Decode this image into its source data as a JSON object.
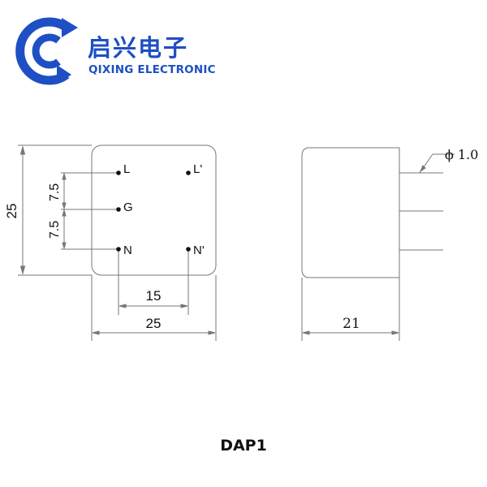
{
  "brand": {
    "name_cn": "启兴电子",
    "name_en": "QIXING ELECTRONIC",
    "color": "#1e4fc4"
  },
  "front_view": {
    "pins": [
      "L",
      "L'",
      "G",
      "N",
      "N'"
    ],
    "dims": {
      "height": "25",
      "pitch_top": "7.5",
      "pitch_bottom": "7.5",
      "pin_spacing": "15",
      "width": "25"
    }
  },
  "side_view": {
    "pin_diameter": "ϕ 1.0",
    "depth": "21"
  },
  "caption": "DAP1"
}
